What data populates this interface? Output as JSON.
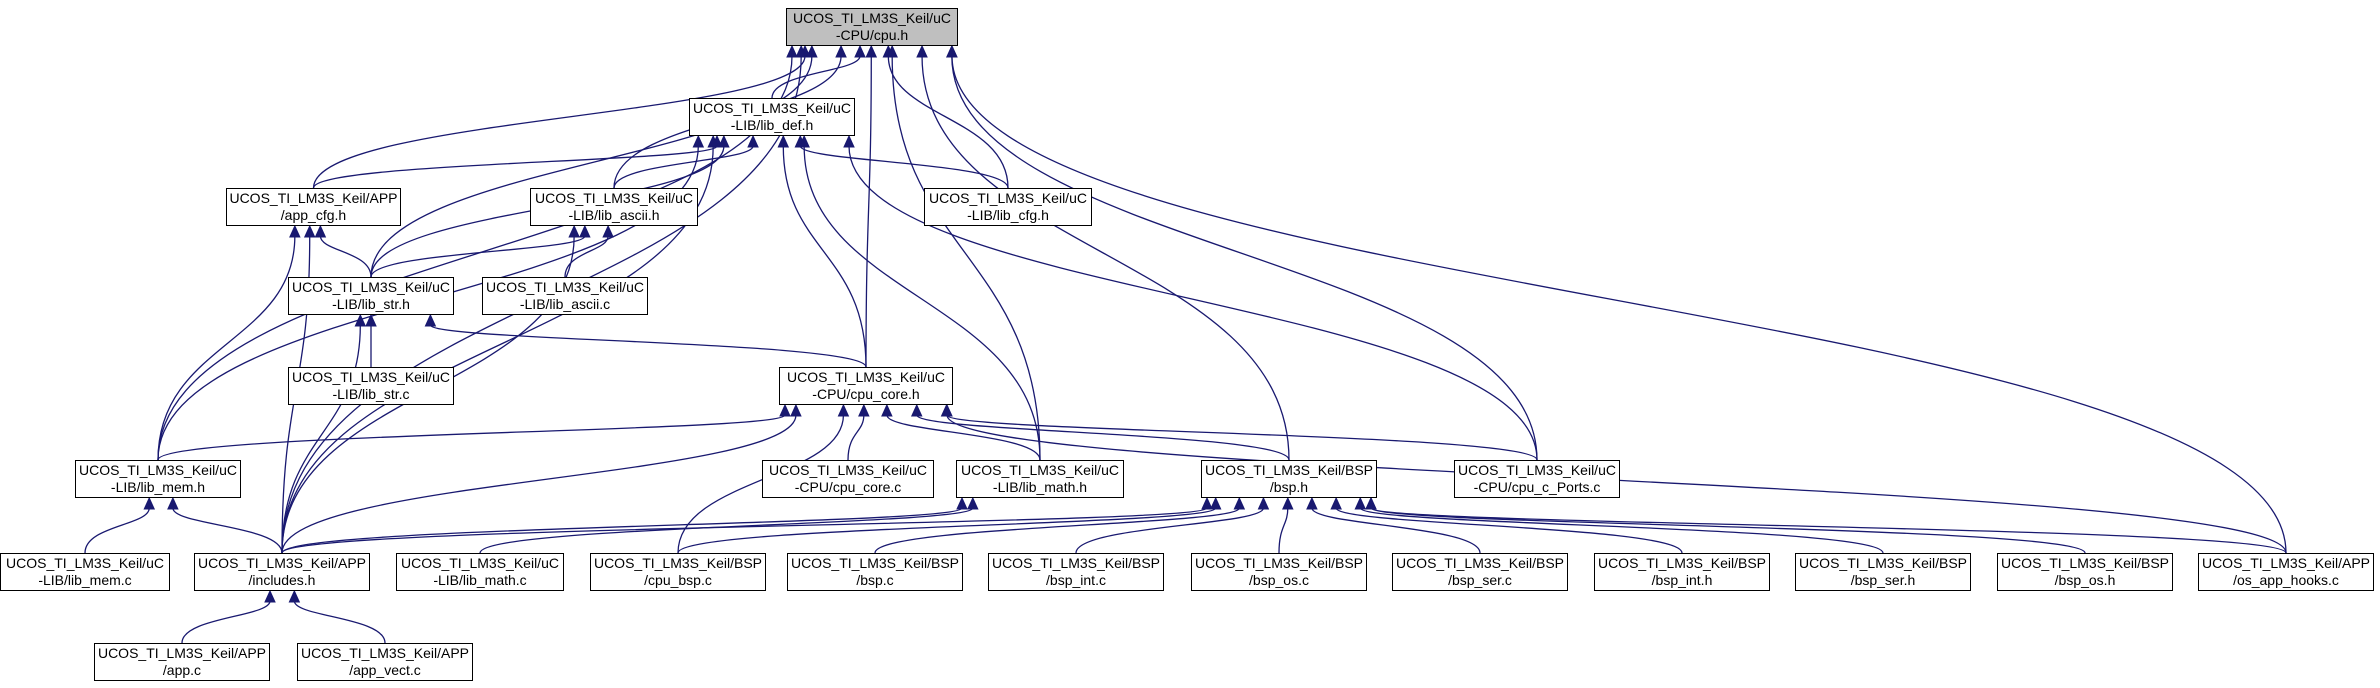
{
  "colors": {
    "edge": "#191970",
    "node_border": "#000000",
    "root_fill": "#bfbfbf",
    "node_fill": "#ffffff"
  },
  "nodes": {
    "cpu_h": {
      "line1": "UCOS_TI_LM3S_Keil/uC",
      "line2": "-CPU/cpu.h"
    },
    "lib_def_h": {
      "line1": "UCOS_TI_LM3S_Keil/uC",
      "line2": "-LIB/lib_def.h"
    },
    "app_cfg_h": {
      "line1": "UCOS_TI_LM3S_Keil/APP",
      "line2": "/app_cfg.h"
    },
    "lib_ascii_h": {
      "line1": "UCOS_TI_LM3S_Keil/uC",
      "line2": "-LIB/lib_ascii.h"
    },
    "lib_cfg_h": {
      "line1": "UCOS_TI_LM3S_Keil/uC",
      "line2": "-LIB/lib_cfg.h"
    },
    "lib_str_h": {
      "line1": "UCOS_TI_LM3S_Keil/uC",
      "line2": "-LIB/lib_str.h"
    },
    "lib_ascii_c": {
      "line1": "UCOS_TI_LM3S_Keil/uC",
      "line2": "-LIB/lib_ascii.c"
    },
    "lib_str_c": {
      "line1": "UCOS_TI_LM3S_Keil/uC",
      "line2": "-LIB/lib_str.c"
    },
    "cpu_core_h": {
      "line1": "UCOS_TI_LM3S_Keil/uC",
      "line2": "-CPU/cpu_core.h"
    },
    "lib_mem_h": {
      "line1": "UCOS_TI_LM3S_Keil/uC",
      "line2": "-LIB/lib_mem.h"
    },
    "cpu_core_c": {
      "line1": "UCOS_TI_LM3S_Keil/uC",
      "line2": "-CPU/cpu_core.c"
    },
    "lib_math_h": {
      "line1": "UCOS_TI_LM3S_Keil/uC",
      "line2": "-LIB/lib_math.h"
    },
    "bsp_h": {
      "line1": "UCOS_TI_LM3S_Keil/BSP",
      "line2": "/bsp.h"
    },
    "cpu_c_ports": {
      "line1": "UCOS_TI_LM3S_Keil/uC",
      "line2": "-CPU/cpu_c_Ports.c"
    },
    "lib_mem_c": {
      "line1": "UCOS_TI_LM3S_Keil/uC",
      "line2": "-LIB/lib_mem.c"
    },
    "includes_h": {
      "line1": "UCOS_TI_LM3S_Keil/APP",
      "line2": "/includes.h"
    },
    "lib_math_c": {
      "line1": "UCOS_TI_LM3S_Keil/uC",
      "line2": "-LIB/lib_math.c"
    },
    "cpu_bsp_c": {
      "line1": "UCOS_TI_LM3S_Keil/BSP",
      "line2": "/cpu_bsp.c"
    },
    "bsp_c": {
      "line1": "UCOS_TI_LM3S_Keil/BSP",
      "line2": "/bsp.c"
    },
    "bsp_int_c": {
      "line1": "UCOS_TI_LM3S_Keil/BSP",
      "line2": "/bsp_int.c"
    },
    "bsp_os_c": {
      "line1": "UCOS_TI_LM3S_Keil/BSP",
      "line2": "/bsp_os.c"
    },
    "bsp_ser_c": {
      "line1": "UCOS_TI_LM3S_Keil/BSP",
      "line2": "/bsp_ser.c"
    },
    "bsp_int_h": {
      "line1": "UCOS_TI_LM3S_Keil/BSP",
      "line2": "/bsp_int.h"
    },
    "bsp_ser_h": {
      "line1": "UCOS_TI_LM3S_Keil/BSP",
      "line2": "/bsp_ser.h"
    },
    "bsp_os_h": {
      "line1": "UCOS_TI_LM3S_Keil/BSP",
      "line2": "/bsp_os.h"
    },
    "os_app_hooks": {
      "line1": "UCOS_TI_LM3S_Keil/APP",
      "line2": "/os_app_hooks.c"
    },
    "app_c": {
      "line1": "UCOS_TI_LM3S_Keil/APP",
      "line2": "/app.c"
    },
    "app_vect_c": {
      "line1": "UCOS_TI_LM3S_Keil/APP",
      "line2": "/app_vect.c"
    }
  },
  "edges": [
    [
      "lib_def_h",
      "cpu_h"
    ],
    [
      "app_cfg_h",
      "cpu_h"
    ],
    [
      "lib_ascii_h",
      "cpu_h"
    ],
    [
      "lib_cfg_h",
      "cpu_h"
    ],
    [
      "lib_str_h",
      "cpu_h"
    ],
    [
      "cpu_core_h",
      "cpu_h"
    ],
    [
      "lib_mem_h",
      "cpu_h"
    ],
    [
      "lib_math_h",
      "cpu_h"
    ],
    [
      "bsp_h",
      "cpu_h"
    ],
    [
      "cpu_c_ports",
      "cpu_h"
    ],
    [
      "includes_h",
      "cpu_h"
    ],
    [
      "os_app_hooks",
      "cpu_h"
    ],
    [
      "app_cfg_h",
      "lib_def_h"
    ],
    [
      "lib_ascii_h",
      "lib_def_h"
    ],
    [
      "lib_cfg_h",
      "lib_def_h"
    ],
    [
      "lib_str_h",
      "lib_def_h"
    ],
    [
      "cpu_core_h",
      "lib_def_h"
    ],
    [
      "lib_mem_h",
      "lib_def_h"
    ],
    [
      "lib_math_h",
      "lib_def_h"
    ],
    [
      "includes_h",
      "lib_def_h"
    ],
    [
      "cpu_c_ports",
      "lib_def_h"
    ],
    [
      "lib_str_h",
      "app_cfg_h"
    ],
    [
      "lib_mem_h",
      "app_cfg_h"
    ],
    [
      "includes_h",
      "app_cfg_h"
    ],
    [
      "lib_str_h",
      "lib_ascii_h"
    ],
    [
      "lib_ascii_c",
      "lib_ascii_h"
    ],
    [
      "includes_h",
      "lib_ascii_h"
    ],
    [
      "lib_str_c",
      "lib_str_h"
    ],
    [
      "cpu_core_h",
      "lib_str_h"
    ],
    [
      "includes_h",
      "lib_str_h"
    ],
    [
      "lib_mem_h",
      "cpu_core_h"
    ],
    [
      "cpu_core_c",
      "cpu_core_h"
    ],
    [
      "lib_math_h",
      "cpu_core_h"
    ],
    [
      "bsp_h",
      "cpu_core_h"
    ],
    [
      "cpu_c_ports",
      "cpu_core_h"
    ],
    [
      "includes_h",
      "cpu_core_h"
    ],
    [
      "cpu_bsp_c",
      "cpu_core_h"
    ],
    [
      "os_app_hooks",
      "cpu_core_h"
    ],
    [
      "lib_mem_c",
      "lib_mem_h"
    ],
    [
      "includes_h",
      "lib_mem_h"
    ],
    [
      "lib_math_c",
      "lib_math_h"
    ],
    [
      "includes_h",
      "lib_math_h"
    ],
    [
      "includes_h",
      "bsp_h"
    ],
    [
      "cpu_bsp_c",
      "bsp_h"
    ],
    [
      "bsp_c",
      "bsp_h"
    ],
    [
      "bsp_int_c",
      "bsp_h"
    ],
    [
      "bsp_os_c",
      "bsp_h"
    ],
    [
      "bsp_ser_c",
      "bsp_h"
    ],
    [
      "bsp_int_h",
      "bsp_h"
    ],
    [
      "bsp_ser_h",
      "bsp_h"
    ],
    [
      "bsp_os_h",
      "bsp_h"
    ],
    [
      "os_app_hooks",
      "bsp_h"
    ],
    [
      "app_c",
      "includes_h"
    ],
    [
      "app_vect_c",
      "includes_h"
    ]
  ]
}
